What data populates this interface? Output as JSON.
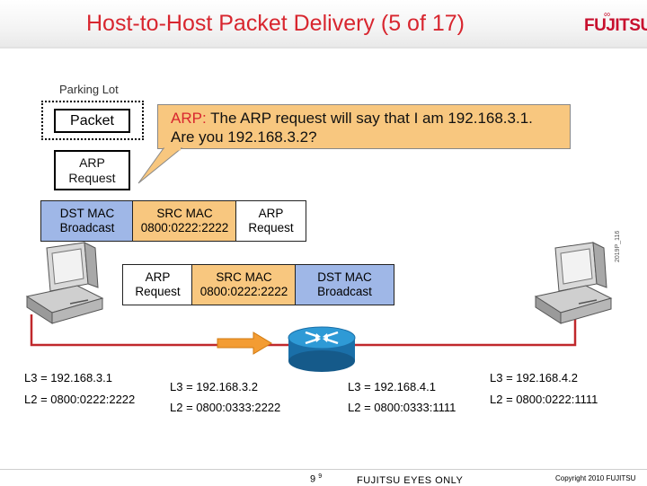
{
  "header": {
    "title": "Host-to-Host Packet Delivery (5 of 17)",
    "logo": "FUJITSU"
  },
  "parking_lot": {
    "label": "Parking Lot",
    "packet": "Packet"
  },
  "arp_request_box": {
    "line1": "ARP",
    "line2": "Request"
  },
  "callout": {
    "keyword": "ARP:",
    "line1": " The ARP request will say that I am 192.168.3.1.",
    "line2": "Are you 192.168.3.2?"
  },
  "frame_top": {
    "cells": [
      {
        "line1": "DST MAC",
        "line2": "Broadcast"
      },
      {
        "line1": "SRC MAC",
        "line2": "0800:0222:2222"
      },
      {
        "line1": "ARP",
        "line2": "Request"
      }
    ]
  },
  "frame_bottom": {
    "cells": [
      {
        "line1": "ARP",
        "line2": "Request"
      },
      {
        "line1": "SRC MAC",
        "line2": "0800:0222:2222"
      },
      {
        "line1": "DST MAC",
        "line2": "Broadcast"
      }
    ]
  },
  "hosts": {
    "host_a": {
      "l3": "L3 = 192.168.3.1",
      "l2": "L2 = 0800:0222:2222"
    },
    "router_left": {
      "l3": "L3 = 192.168.3.2",
      "l2": "L2 = 0800:0333:2222"
    },
    "router_right": {
      "l3": "L3 = 192.168.4.1",
      "l2": "L2 = 0800:0333:1111"
    },
    "host_b": {
      "l3": "L3 = 192.168.4.2",
      "l2": "L2 = 0800:0222:1111"
    }
  },
  "figure_id": "2019P_116",
  "footer": {
    "page": "9",
    "page_super": "9",
    "classification": "FUJITSU EYES ONLY",
    "copyright": "Copyright 2010 FUJITSU"
  },
  "colors": {
    "title": "#d8262f",
    "logo": "#c8102e",
    "blue_cell": "#9fb7e7",
    "orange_cell": "#f8c77f",
    "link": "#c0282c",
    "arrow": "#f39c33",
    "router": "#1e88c7"
  },
  "icons": [
    "computer-left-icon",
    "computer-right-icon",
    "router-icon",
    "direction-arrow-icon",
    "speech-pointer-icon"
  ]
}
